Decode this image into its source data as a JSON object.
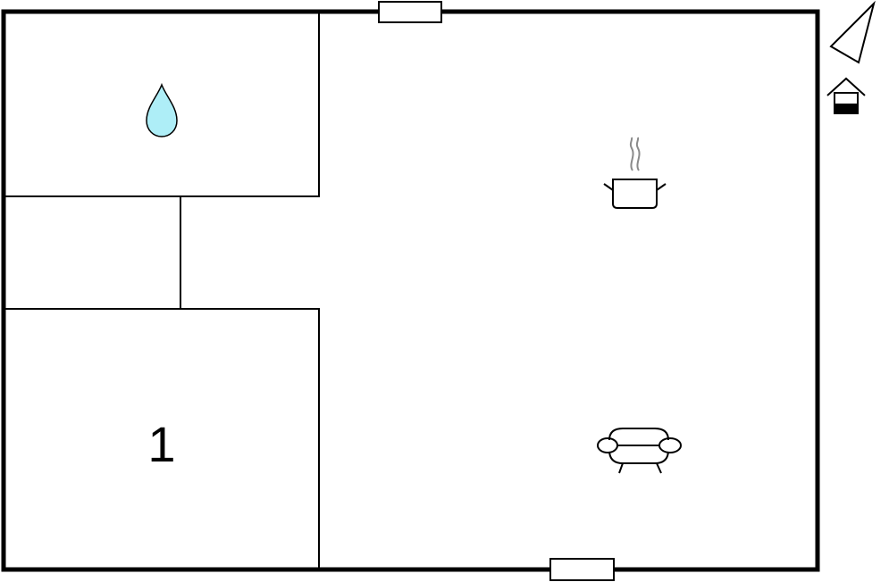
{
  "floorplan": {
    "rooms": [
      {
        "id": "bathroom",
        "icon": "water-drop-icon",
        "label": ""
      },
      {
        "id": "hallway",
        "label": ""
      },
      {
        "id": "bedroom-1",
        "label": "1"
      },
      {
        "id": "living-kitchen",
        "icons": [
          "cooking-pot-icon",
          "sofa-icon"
        ]
      }
    ],
    "compass": "north-arrow-icon",
    "entrance": "house-entrance-icon"
  },
  "colors": {
    "water_drop": "#aeeef7",
    "walls": "#000000",
    "steam": "#8a8a8a"
  }
}
